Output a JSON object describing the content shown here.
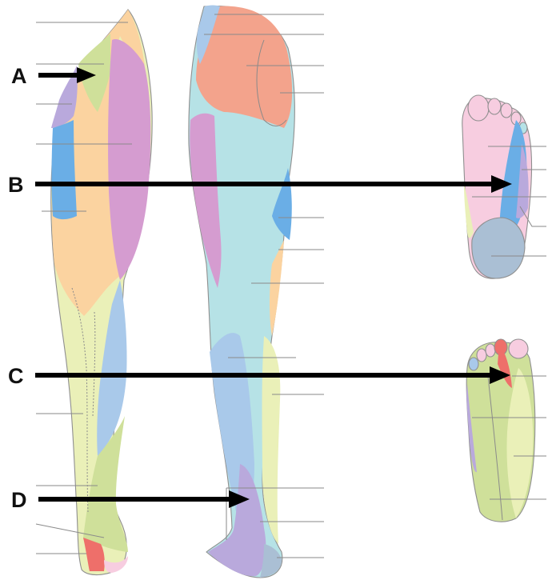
{
  "markers": {
    "a": "A",
    "b": "B",
    "c": "C",
    "d": "D"
  },
  "palette": {
    "peach": "#fbd3a0",
    "magenta": "#d59cd0",
    "lime": "#cfe09a",
    "lavender": "#b9a9dc",
    "blue": "#6aaee6",
    "salmon": "#f3a38c",
    "light_blue": "#a9c9ea",
    "cyan": "#b6e2e6",
    "pale_yellow": "#eaf0b8",
    "pink": "#f7cde0",
    "slate": "#aabfd4",
    "red": "#ee6f6a",
    "pale_green": "#dfe9b4",
    "outline": "#8f8f8f",
    "leader": "#8a8a8a",
    "arrow": "#000000"
  },
  "icons": {
    "arrow": "right-arrow"
  }
}
